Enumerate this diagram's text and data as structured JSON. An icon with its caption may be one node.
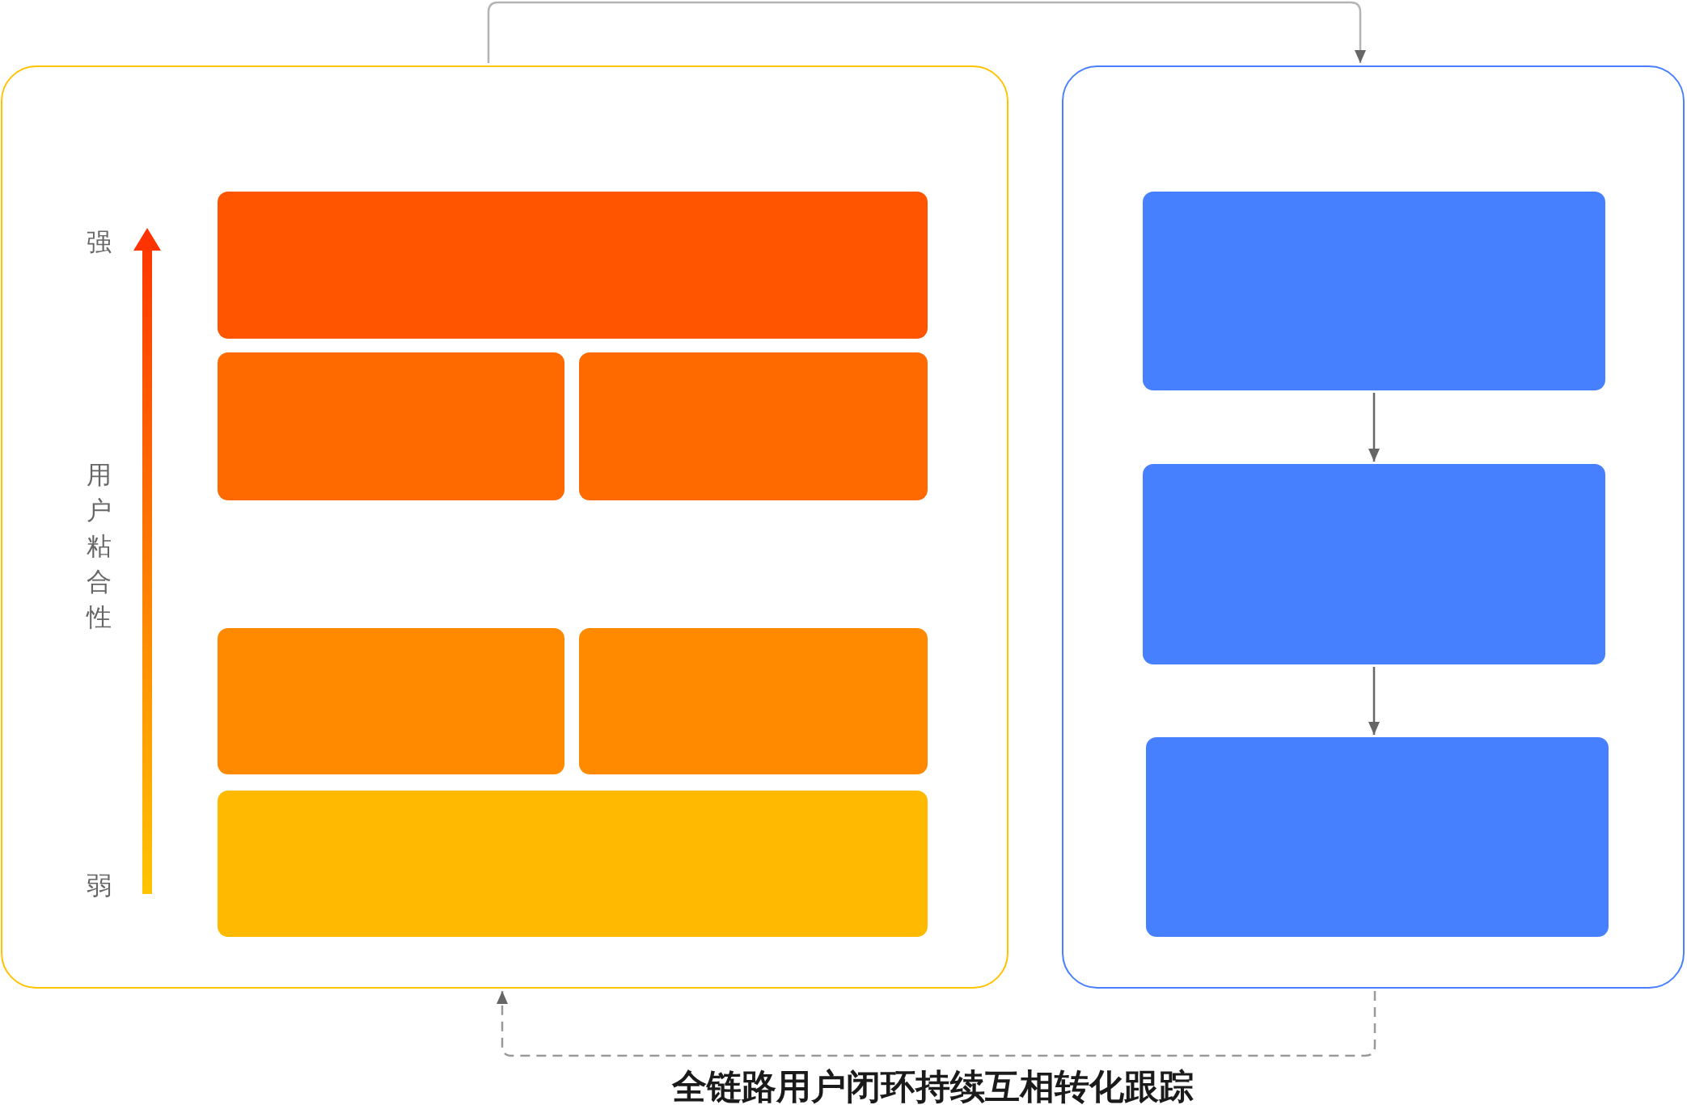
{
  "diagram": {
    "caption": "全链路用户闭环持续互相转化跟踪",
    "nodes": [
      {
        "text": [],
        "shape": "box"
      },
      {
        "text": [],
        "shape": "box",
        "in": 0
      },
      {
        "text": [],
        "shape": "box",
        "in": 0
      },
      {
        "text": [],
        "shape": "box",
        "in": 0
      },
      {
        "text": [],
        "shape": "box",
        "in": 0
      },
      {
        "text": [],
        "shape": "box",
        "in": 0
      },
      {
        "text": [],
        "shape": "box",
        "in": 0
      },
      {
        "text": [],
        "shape": "box"
      },
      {
        "text": [],
        "shape": "box",
        "in": 7
      },
      {
        "text": [],
        "shape": "box",
        "in": 7
      },
      {
        "text": [],
        "shape": "box",
        "in": 7
      }
    ],
    "edges": [
      {
        "from": 0,
        "to": 7,
        "arrow": "to",
        "color": "#b4b4b4"
      },
      {
        "from": 7,
        "to": 0,
        "arrow": "to",
        "style": "dashed",
        "color": "#999999"
      },
      {
        "from": 8,
        "to": 9,
        "arrow": "to"
      },
      {
        "from": 9,
        "to": 10,
        "arrow": "to"
      }
    ],
    "labels": [
      "强",
      "用户粘合性",
      "弱"
    ]
  }
}
